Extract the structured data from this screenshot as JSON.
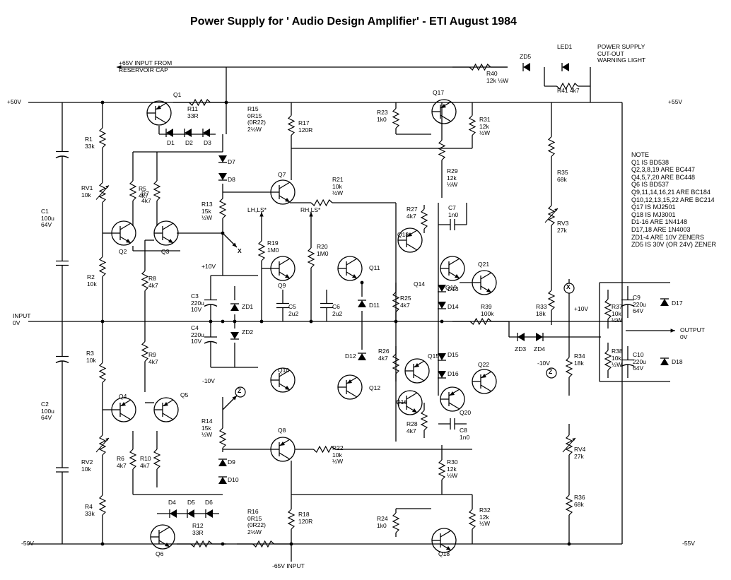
{
  "title": "Power Supply for ' Audio Design Amplifier' - ETI August 1984",
  "labels": {
    "in65": "+65V INPUT FROM\nRESERVOIR CAP",
    "rail_p50": "+50V",
    "rail_p55": "+55V",
    "rail_m50": "-50V",
    "rail_m55": "-55V",
    "in_m65": "-65V INPUT",
    "input": "INPUT\n0V",
    "output": "OUTPUT\n0V",
    "p10v_a": "+10V",
    "m10v_a": "-10V",
    "p10v_b": "+10V",
    "m10v_b": "-10V",
    "lhls": "LH,LS*",
    "rhls": "RH,LS*",
    "led_text": "POWER SUPPLY\nCUT-OUT\nWARNING LIGHT"
  },
  "components": {
    "Q1": "Q1",
    "R11": "R11\n33R",
    "D1": "D1",
    "D2": "D2",
    "D3": "D3",
    "R15": "R15\n0R15\n(0R22)\n2½W",
    "R17": "R17\n120R",
    "Q17": "Q17",
    "R23": "R23\n1k0",
    "R31": "R31\n12k\n½W",
    "R40": "R40\n12k ½W",
    "ZD5": "ZD5",
    "LED1": "LED1",
    "R41": "R41 4k7",
    "R1": "R1\n33k",
    "RV1": "RV1\n10k",
    "R5": "R5\n4k7",
    "R7": "R7\n4k7",
    "D7": "D7",
    "D8": "D8",
    "Q7": "Q7",
    "R21": "R21\n10k\n½W",
    "R29": "R29\n12k\n½W",
    "R35": "R35\n68k",
    "RV3": "RV3\n27k",
    "C1": "C1\n100u\n64V",
    "Q2": "Q2",
    "Q3": "Q3",
    "R13": "R13\n15k\n½W",
    "R19": "R19\n1M0",
    "R20": "R20\n1M0",
    "R27": "R27\n4k7",
    "C7": "C7\n1n0",
    "Q13": "Q13",
    "Q19": "Q19",
    "Q21": "Q21",
    "R2": "R2\n10k",
    "R8": "R8\n4k7",
    "Q9": "Q9",
    "Q11": "Q11",
    "Q14": "Q14",
    "D13": "D13",
    "D14": "D14",
    "C3": "C3\n220u\n10V",
    "ZD1": "ZD1",
    "C5": "C5\n2u2",
    "C6": "C6\n2u2",
    "D11": "D11",
    "R25": "R25\n4k7",
    "R39": "R39\n100k",
    "R33": "R33\n18k",
    "C9": "C9\n220u\n64V",
    "R37": "R37\n10k\n½W",
    "D17": "D17",
    "C4": "C4\n220u\n10V",
    "ZD2": "ZD2",
    "ZD3": "ZD3",
    "ZD4": "ZD4",
    "R38": "R38\n10k\n½W",
    "C10": "C10\n220u\n64V",
    "D18": "D18",
    "R3": "R3\n10k",
    "R9": "R9\n4k7",
    "D12": "D12",
    "R26": "R26\n4k7",
    "Q15": "Q15",
    "D15": "D15",
    "D16": "D16",
    "Q22": "Q22",
    "R34": "R34\n18k",
    "Q10": "Q10",
    "Q12": "Q12",
    "C2": "C2\n100u\n64V",
    "Q16": "Q16",
    "Q20": "Q20",
    "Q4": "Q4",
    "Q5": "Q5",
    "R28": "R28\n4k7",
    "C8": "C8\n1n0",
    "R14": "R14\n15k\n½W",
    "Q8": "Q8",
    "R22": "R22\n10k\n½W",
    "RV2": "RV2\n10k",
    "R6": "R6\n4k7",
    "R10": "R10\n4k7",
    "D9": "D9",
    "D10": "D10",
    "R30": "R30\n12k\n½W",
    "RV4": "RV4\n27k",
    "D4": "D4",
    "D5": "D5",
    "D6": "D6",
    "R4": "R4\n33k",
    "R16": "R16\n0R15\n(0R22)\n2½W",
    "R18": "R18\n120R",
    "R24": "R24\n1k0",
    "R32": "R32\n12k\n½W",
    "R36": "R36\n68k",
    "Q6": "Q6",
    "R12": "R12\n33R",
    "Q18": "Q18"
  },
  "note": "NOTE\nQ1 IS BD538\nQ2,3,8,19 ARE BC447\nQ4,5,7,20 ARE BC448\nQ6 IS BD537\nQ9,11,14,16,21 ARE BC184\nQ10,12,13,15,22 ARE BC214\nQ17 IS MJ2501\nQ18 IS MJ3001\nD1-16 ARE 1N4148\nD17,18 ARE 1N4003\nZD1-4 ARE 10V ZENERS\nZD5 IS 30V (OR 24V) ZENER",
  "nodes": {
    "x": "X",
    "z": "Z"
  }
}
